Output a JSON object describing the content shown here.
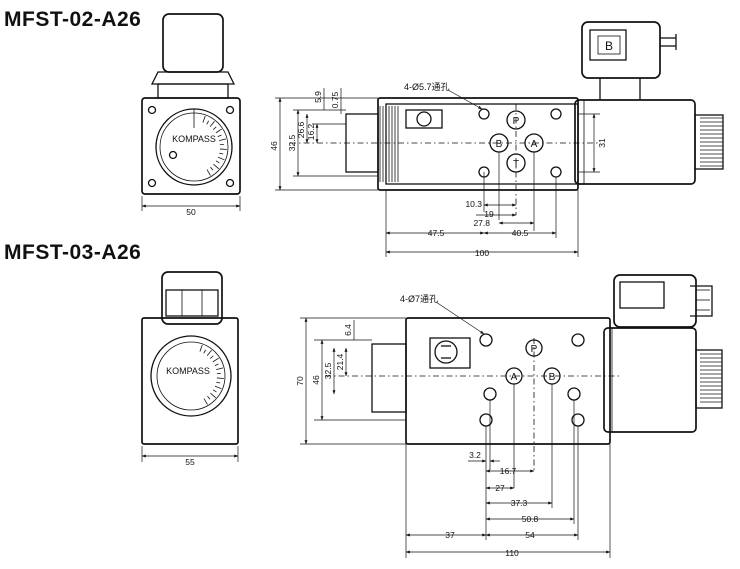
{
  "titles": {
    "top": "MFST-02-A26",
    "bottom": "MFST-03-A26"
  },
  "brand": "KOMPASS",
  "connector_letter": "B",
  "top_view": {
    "hole_note": "4-Ø5.7通孔",
    "ports": {
      "p": "P",
      "t": "T",
      "a": "A",
      "b": "B"
    },
    "dims": {
      "front_width": "50",
      "d_46": "46",
      "d_32_5": "32.5",
      "d_26_6": "26.6",
      "d_16_2": "16.2",
      "d_5_9": "5.9",
      "d_0_75": "0.75",
      "d_31": "31",
      "d_10_3": "10.3",
      "d_19": "19",
      "d_27_8": "27.8",
      "d_40_5": "40.5",
      "d_47_5": "47.5",
      "d_100": "100"
    }
  },
  "bottom_view": {
    "hole_note": "4-Ø7通孔",
    "ports": {
      "p": "P",
      "a": "A",
      "b": "B"
    },
    "dims": {
      "front_width": "55",
      "d_70": "70",
      "d_46": "46",
      "d_32_5": "32.5",
      "d_21_4": "21.4",
      "d_6_4": "6.4",
      "d_3_2": "3.2",
      "d_16_7": "16.7",
      "d_27": "27",
      "d_37_3": "37.3",
      "d_50_8": "50.8",
      "d_37": "37",
      "d_54": "54",
      "d_110": "110"
    }
  }
}
